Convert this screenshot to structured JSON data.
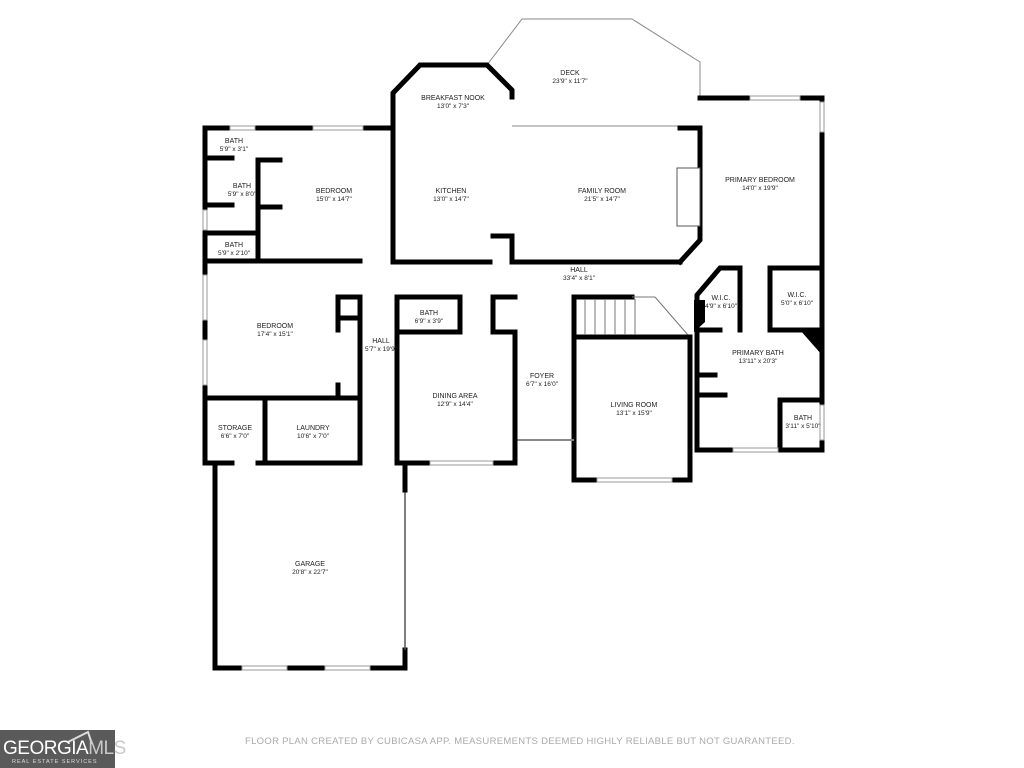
{
  "rooms": [
    {
      "id": "bath1",
      "name": "BATH",
      "dims": "5'9\" x 3'1\""
    },
    {
      "id": "bath2",
      "name": "BATH",
      "dims": "5'9\" x 8'0\""
    },
    {
      "id": "bath3",
      "name": "BATH",
      "dims": "5'9\" x 2'10\""
    },
    {
      "id": "bedroom1",
      "name": "BEDROOM",
      "dims": "15'0\" x 14'7\""
    },
    {
      "id": "breakfast",
      "name": "BREAKFAST NOOK",
      "dims": "13'0\" x 7'3\""
    },
    {
      "id": "deck",
      "name": "DECK",
      "dims": "23'9\" x 11'7\""
    },
    {
      "id": "kitchen",
      "name": "KITCHEN",
      "dims": "13'0\" x 14'7\""
    },
    {
      "id": "family",
      "name": "FAMILY ROOM",
      "dims": "21'5\" x 14'7\""
    },
    {
      "id": "primary_bed",
      "name": "PRIMARY BEDROOM",
      "dims": "14'0\" x 19'9\""
    },
    {
      "id": "hall_main",
      "name": "HALL",
      "dims": "33'4\" x 8'1\""
    },
    {
      "id": "wic1",
      "name": "W.I.C.",
      "dims": "4'9\" x 6'10\""
    },
    {
      "id": "wic2",
      "name": "W.I.C.",
      "dims": "5'0\" x 6'10\""
    },
    {
      "id": "bedroom2",
      "name": "BEDROOM",
      "dims": "17'4\" x 15'1\""
    },
    {
      "id": "hall2",
      "name": "HALL",
      "dims": "5'7\" x 19'9\""
    },
    {
      "id": "bath4",
      "name": "BATH",
      "dims": "6'9\" x 3'9\""
    },
    {
      "id": "primary_bath",
      "name": "PRIMARY BATH",
      "dims": "13'11\" x 20'3\""
    },
    {
      "id": "foyer",
      "name": "FOYER",
      "dims": "6'7\" x 16'0\""
    },
    {
      "id": "dining",
      "name": "DINING AREA",
      "dims": "12'9\" x 14'4\""
    },
    {
      "id": "living",
      "name": "LIVING ROOM",
      "dims": "13'1\" x 15'9\""
    },
    {
      "id": "bath5",
      "name": "BATH",
      "dims": "3'11\" x 5'10\""
    },
    {
      "id": "storage",
      "name": "STORAGE",
      "dims": "6'6\" x 7'0\""
    },
    {
      "id": "laundry",
      "name": "LAUNDRY",
      "dims": "10'6\" x 7'0\""
    },
    {
      "id": "garage",
      "name": "GARAGE",
      "dims": "20'8\" x 22'7\""
    }
  ],
  "footer": {
    "disclaimer": "FLOOR PLAN CREATED BY CUBICASA APP. MEASUREMENTS DEEMED HIGHLY RELIABLE BUT NOT GUARANTEED.",
    "logo_main": "GEORGIA",
    "logo_accent": "MLS",
    "logo_sub": "REAL ESTATE SERVICES"
  }
}
